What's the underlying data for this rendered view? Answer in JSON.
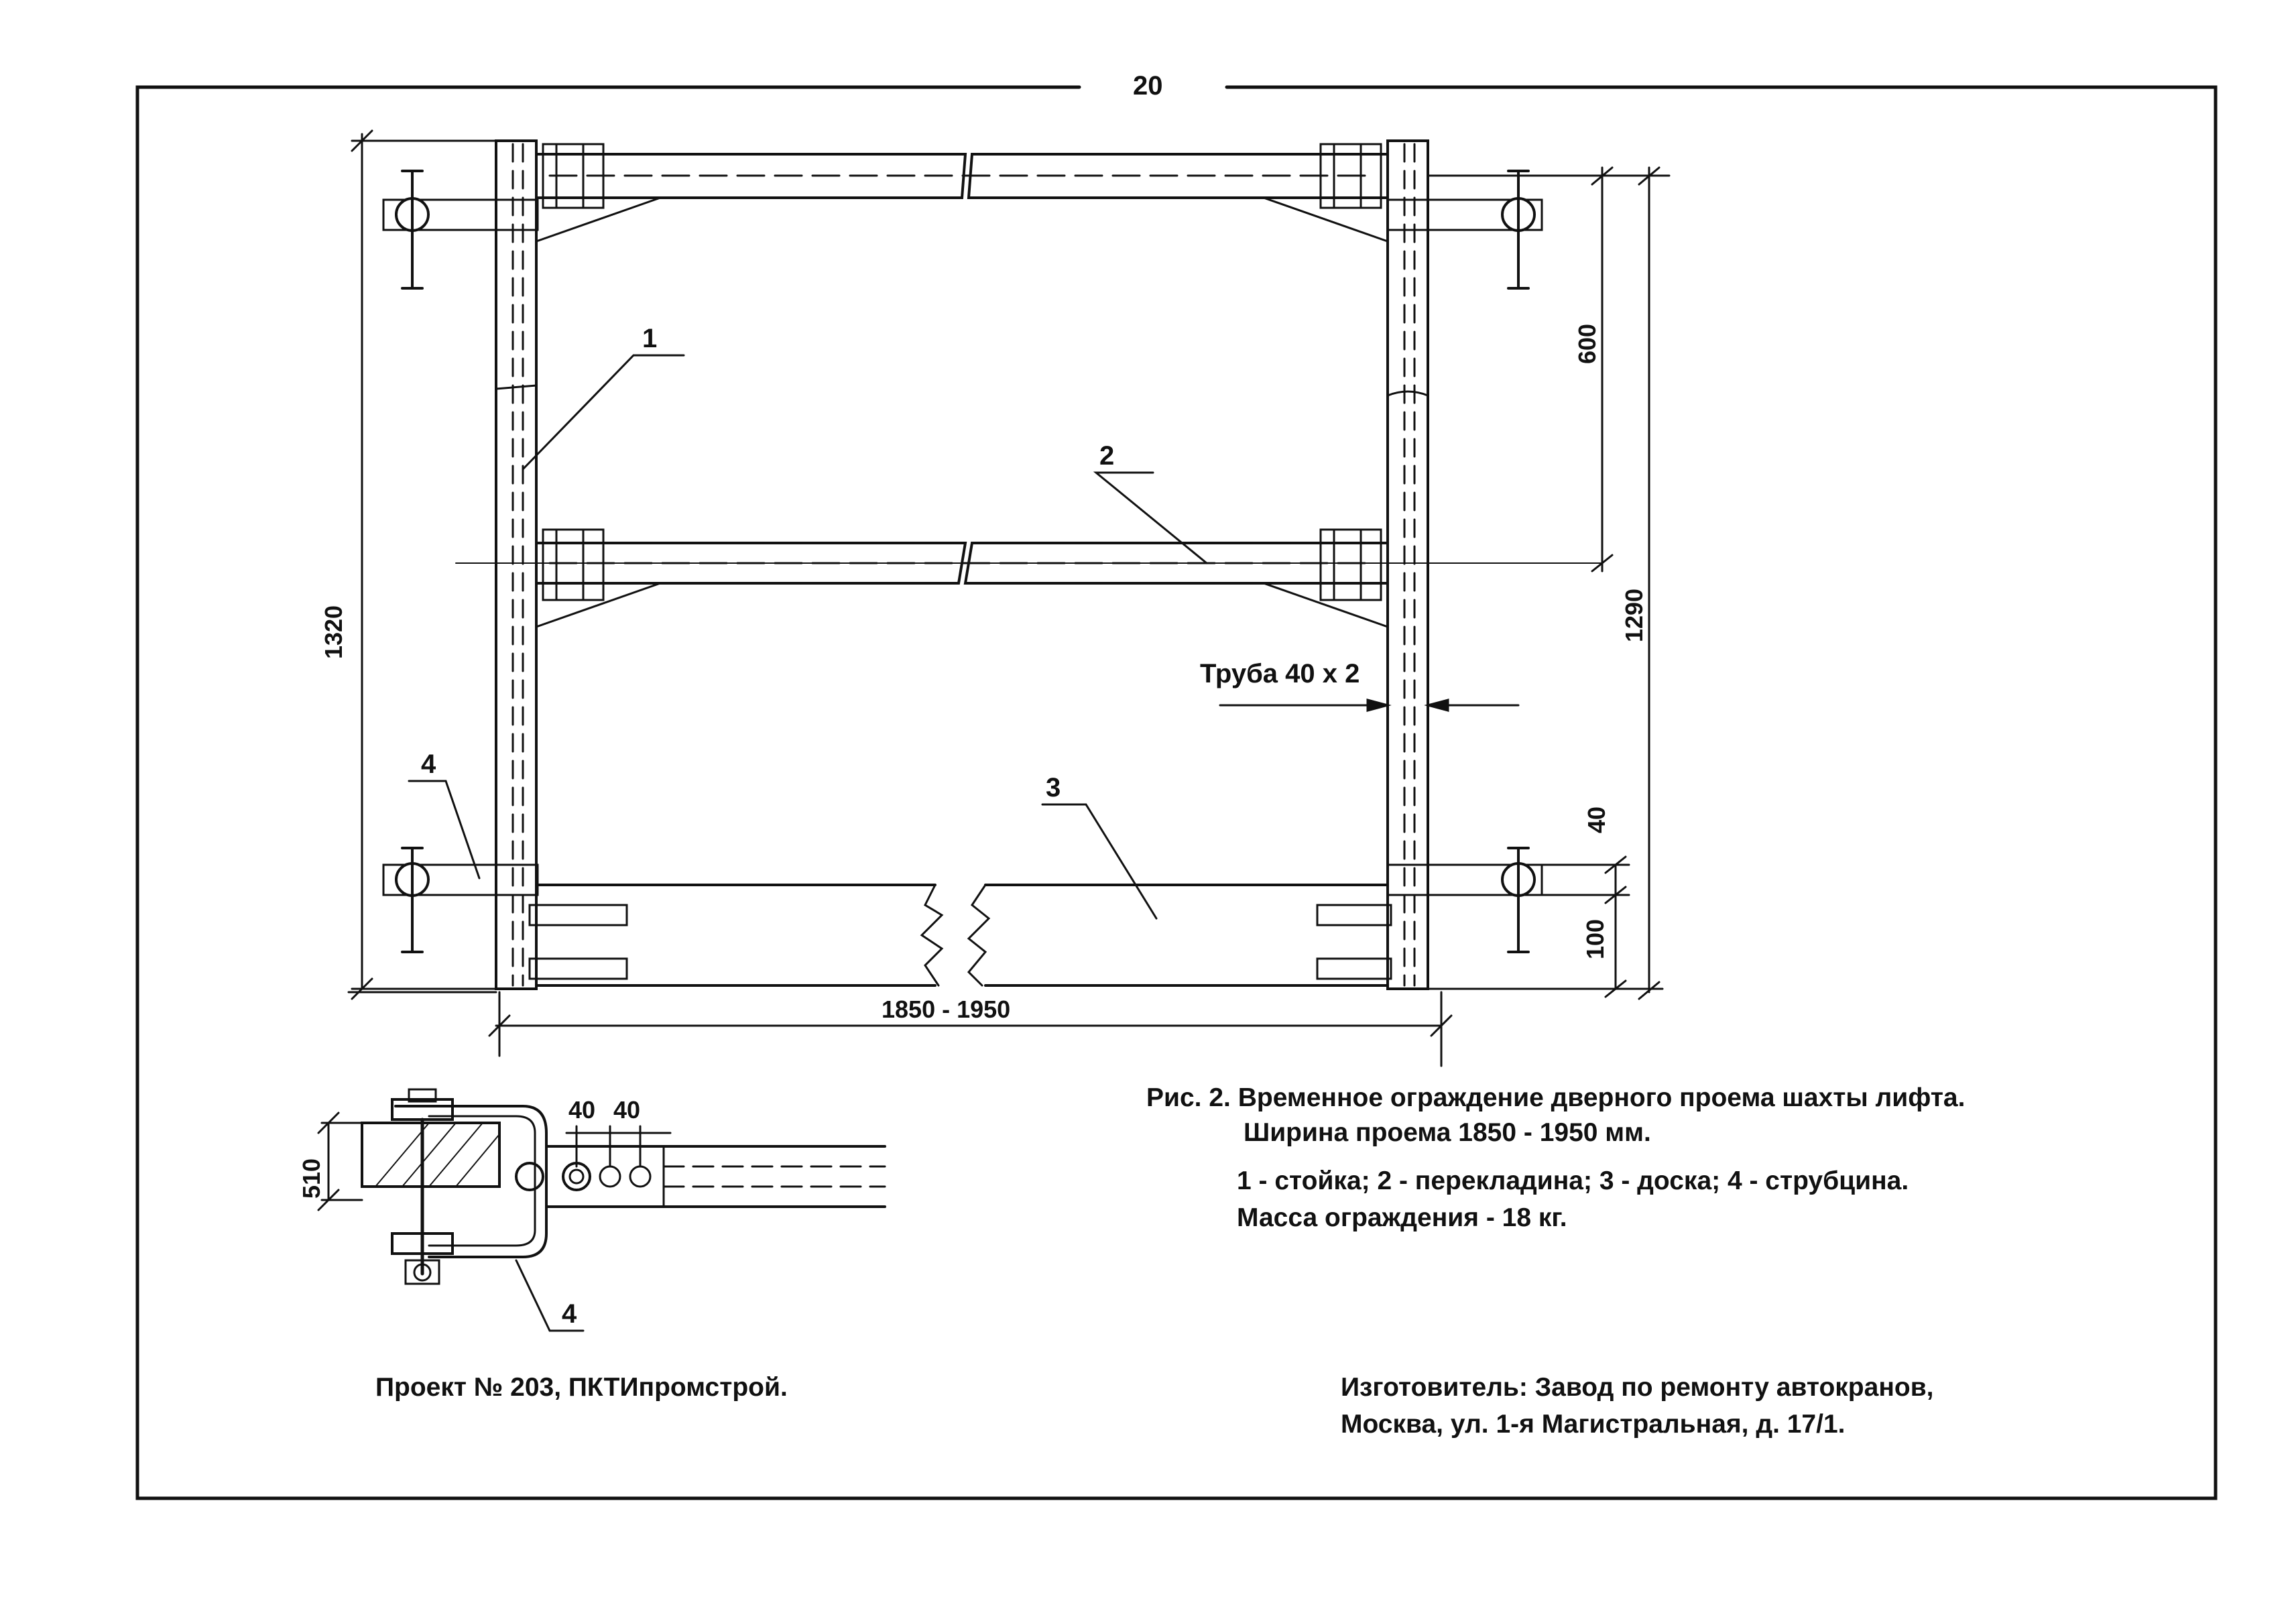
{
  "page": {
    "number": "20"
  },
  "drawing": {
    "part_labels": [
      "1",
      "2",
      "3",
      "4"
    ],
    "detail_label": "4",
    "pipe_note": "Труба 40 х 2",
    "dimensions": {
      "width": "1850 - 1950",
      "total_height": "1320",
      "right_height": "1290",
      "top_height": "600",
      "dim_40": "40",
      "dim_100": "100",
      "detail_510": "510",
      "detail_40a": "40",
      "detail_40b": "40"
    }
  },
  "caption": {
    "title_line1": "Рис. 2. Временное ограждение дверного проема шахты лифта.",
    "title_line2": "Ширина проема 1850 - 1950 мм.",
    "legend_line1": "1 - стойка; 2 - перекладина; 3 - доска; 4 - струбцина.",
    "legend_line2": "Масса ограждения - 18 кг."
  },
  "footer": {
    "project": "Проект № 203, ПКТИпромстрой.",
    "maker_line1": "Изготовитель: Завод по ремонту автокранов,",
    "maker_line2": "Москва, ул. 1-я Магистральная, д. 17/1."
  }
}
